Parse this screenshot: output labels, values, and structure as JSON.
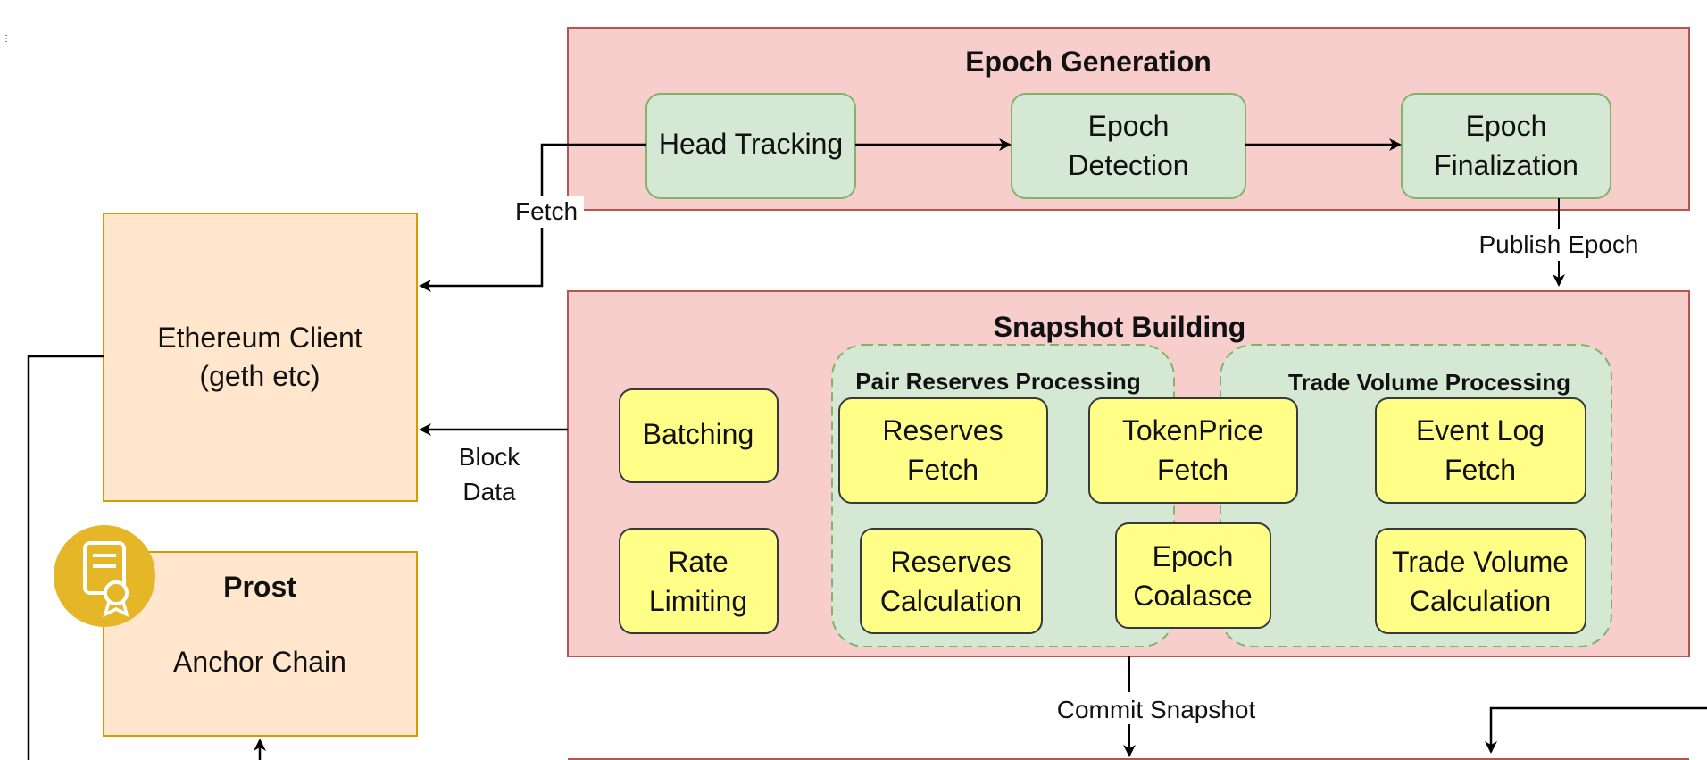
{
  "diagram": {
    "epoch_generation": {
      "title": "Epoch Generation",
      "head_tracking": "Head Tracking",
      "epoch_detection": [
        "Epoch",
        "Detection"
      ],
      "epoch_finalization": [
        "Epoch",
        "Finalization"
      ]
    },
    "ethereum_client": [
      "Ethereum Client",
      "(geth etc)"
    ],
    "prost": {
      "title": "Prost",
      "subtitle": "Anchor Chain"
    },
    "snapshot_building": {
      "title": "Snapshot Building",
      "batching": "Batching",
      "rate_limiting": [
        "Rate",
        "Limiting"
      ],
      "pair_reserves_processing": "Pair Reserves Processing",
      "trade_volume_processing": "Trade Volume Processing",
      "reserves_fetch": [
        "Reserves",
        "Fetch"
      ],
      "tokenprice_fetch": [
        "TokenPrice",
        "Fetch"
      ],
      "event_log_fetch": [
        "Event Log",
        "Fetch"
      ],
      "reserves_calculation": [
        "Reserves",
        "Calculation"
      ],
      "epoch_coalasce": [
        "Epoch",
        "Coalasce"
      ],
      "trade_volume_calculation": [
        "Trade Volume",
        "Calculation"
      ]
    },
    "edges": {
      "fetch": "Fetch",
      "publish_epoch": "Publish Epoch",
      "block_data": [
        "Block",
        "Data"
      ],
      "commit_snapshot": "Commit Snapshot"
    },
    "colors": {
      "red_fill": "#f8cecc",
      "red_stroke": "#b85450",
      "green_fill": "#d5e8d4",
      "green_stroke": "#82b366",
      "yellow_fill": "#ffff88",
      "yellow_stroke": "#36393d",
      "orange_fill": "#ffe6cc",
      "orange_stroke": "#d79b00",
      "badge": "#e6b629"
    },
    "icons": {
      "prost_badge": "certificate-icon"
    }
  }
}
